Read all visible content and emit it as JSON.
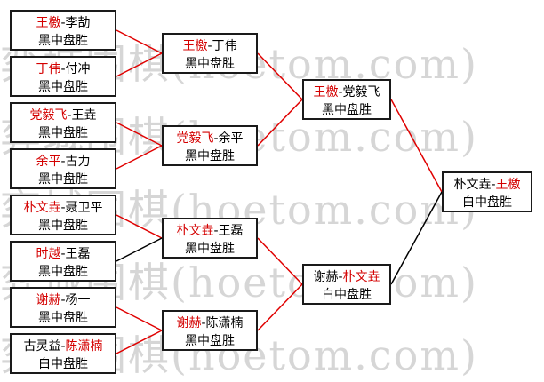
{
  "watermark": {
    "lines": [
      "弈城围棋(hoetom.com)",
      "弈城围棋(hoetom.com)",
      "弈城围棋(hoetom.com)",
      "弈城围棋(hoetom.com)",
      "弈城围棋(hoetom.com)"
    ]
  },
  "colors": {
    "winner": "#d40000",
    "line_red": "#e00000",
    "line_black": "#000000",
    "border": "#1a1a1a"
  },
  "round1": [
    {
      "p1": "王檄",
      "p2": "李劼",
      "winner": "p1",
      "result": "黑中盘胜"
    },
    {
      "p1": "丁伟",
      "p2": "付冲",
      "winner": "p1",
      "result": "黑中盘胜"
    },
    {
      "p1": "党毅飞",
      "p2": "王垚",
      "winner": "p1",
      "result": "黑中盘胜"
    },
    {
      "p1": "余平",
      "p2": "古力",
      "winner": "p1",
      "result": "黑中盘胜"
    },
    {
      "p1": "朴文垚",
      "p2": "聂卫平",
      "winner": "p1",
      "result": "黑中盘胜"
    },
    {
      "p1": "时越",
      "p2": "王磊",
      "winner": "p1",
      "result": "黑中盘胜"
    },
    {
      "p1": "谢赫",
      "p2": "杨一",
      "winner": "p1",
      "result": "黑中盘胜"
    },
    {
      "p1": "古灵益",
      "p2": "陈潇楠",
      "winner": "p2",
      "result": "白中盘胜"
    }
  ],
  "round2": [
    {
      "p1": "王檄",
      "p2": "丁伟",
      "winner": "p1",
      "result": "黑中盘胜"
    },
    {
      "p1": "党毅飞",
      "p2": "余平",
      "winner": "p1",
      "result": "黑中盘胜"
    },
    {
      "p1": "朴文垚",
      "p2": "王磊",
      "winner": "p1",
      "result": "黑中盘胜"
    },
    {
      "p1": "谢赫",
      "p2": "陈潇楠",
      "winner": "p1",
      "result": "黑中盘胜"
    }
  ],
  "round3": [
    {
      "p1": "王檄",
      "p2": "党毅飞",
      "winner": "p1",
      "result": "黑中盘胜"
    },
    {
      "p1": "谢赫",
      "p2": "朴文垚",
      "winner": "p2",
      "result": "白中盘胜"
    }
  ],
  "final": [
    {
      "p1": "朴文垚",
      "p2": "王檄",
      "winner": "p2",
      "result": "白中盘胜"
    }
  ]
}
